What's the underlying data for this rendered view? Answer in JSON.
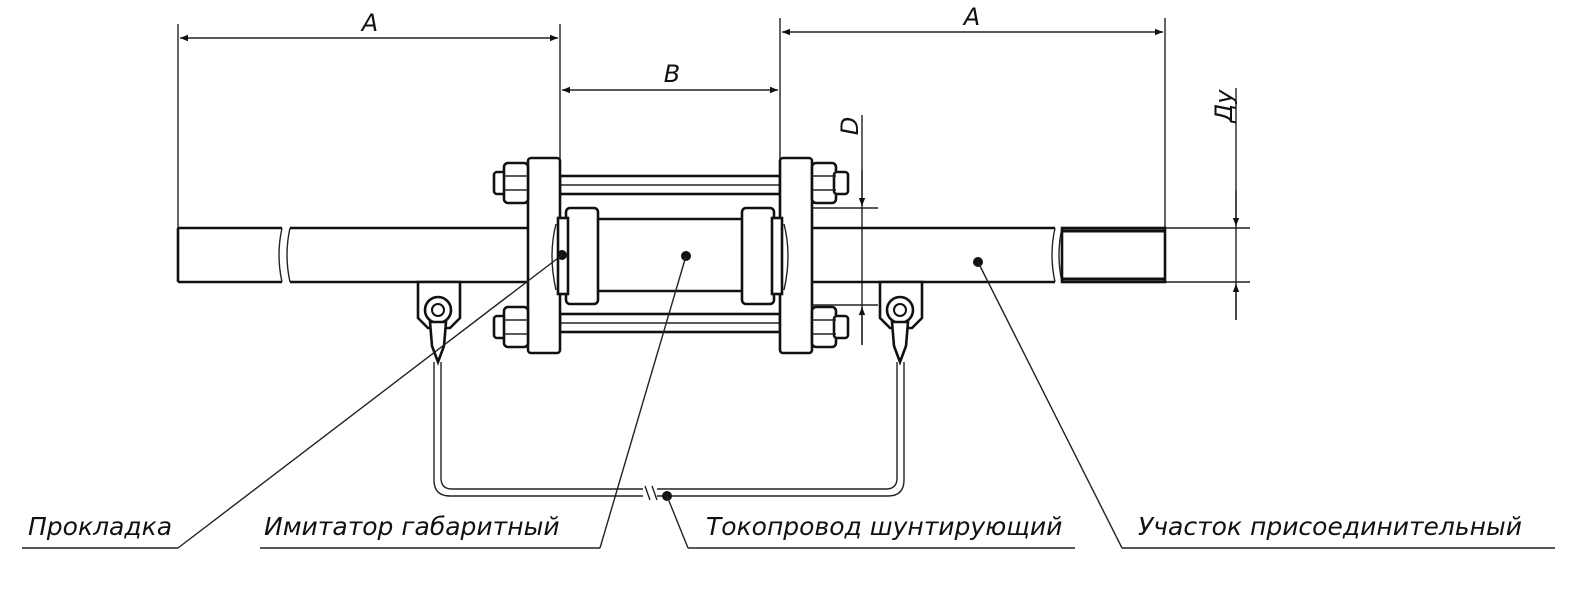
{
  "dimensions": {
    "a_left": "A",
    "a_right": "A",
    "b": "B",
    "d": "D",
    "du": "Ду"
  },
  "labels": {
    "gasket": "Прокладка",
    "simulator": "Имитатор габаритный",
    "shunt": "Токопровод шунтирующий",
    "connection_section": "Участок присоединительный"
  },
  "colors": {
    "line": "#111111",
    "background": "#ffffff"
  }
}
